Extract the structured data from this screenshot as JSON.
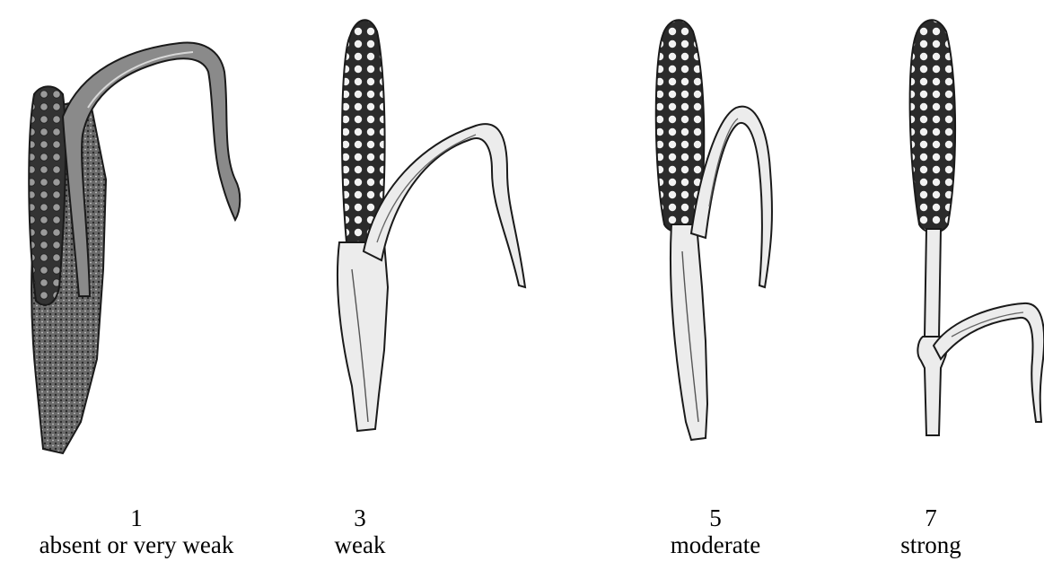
{
  "figure": {
    "stages": [
      {
        "score": "1",
        "label": "absent or very weak"
      },
      {
        "score": "3",
        "label": "weak"
      },
      {
        "score": "5",
        "label": "moderate"
      },
      {
        "score": "7",
        "label": "strong"
      }
    ]
  },
  "colors": {
    "ink": "#1a1a1a",
    "dark_fill": "#4a4a4a",
    "leaf_fill": "#e8e8e8",
    "grain_fill": "#2b2b2b",
    "grain_highlight": "#f2f2f2"
  }
}
